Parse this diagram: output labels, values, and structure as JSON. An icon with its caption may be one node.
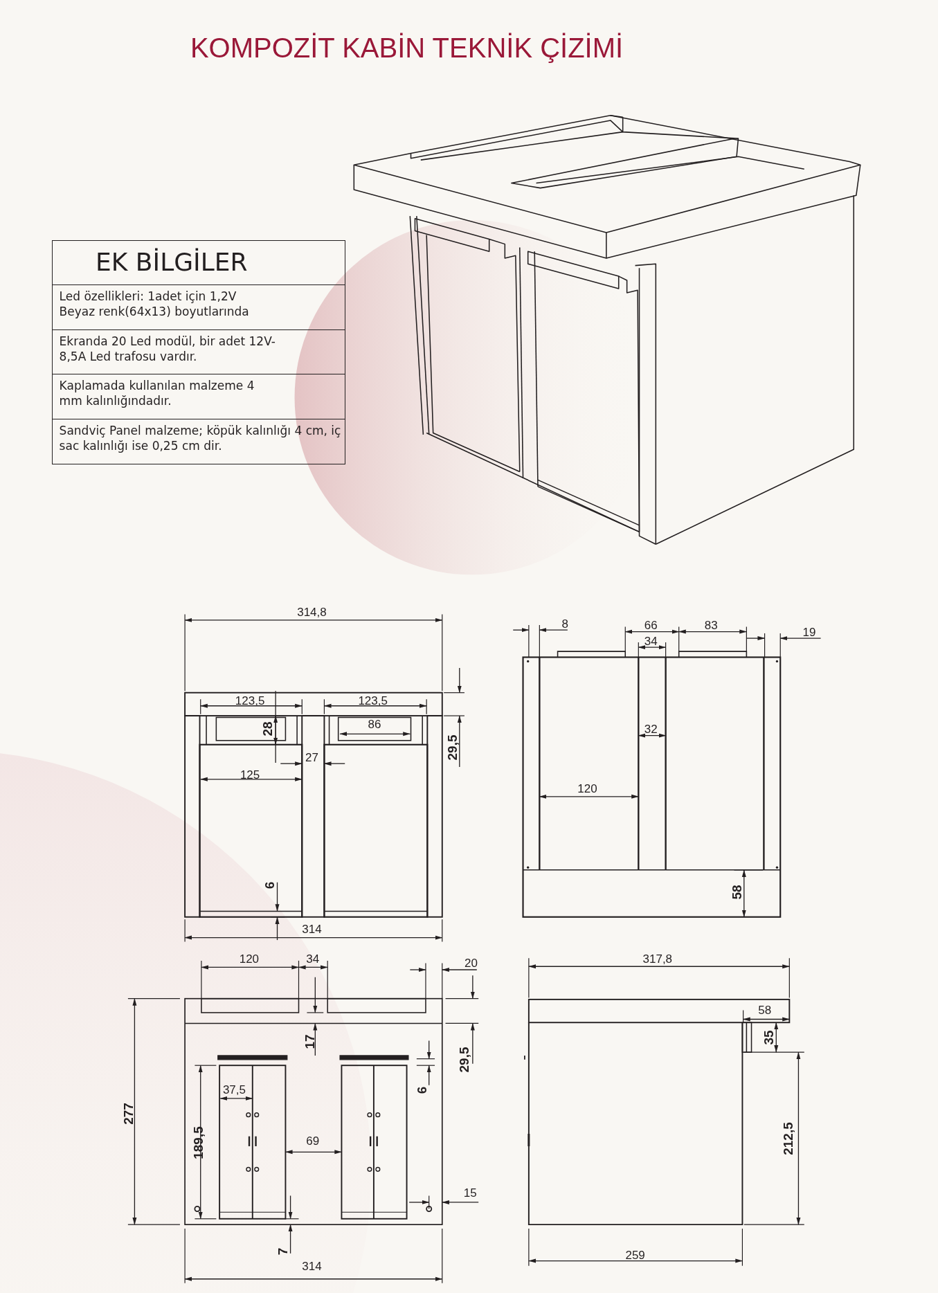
{
  "diagram": {
    "title": "KOMPOZİT KABİN TEKNİK ÇİZİMİ",
    "labels": [
      "EK BİLGİLER",
      "Led özellikleri: 1adet için 1,2V Beyaz renk(64x13) boyutlarında",
      "Ekranda 20 Led modül, bir adet 12V-8,5A Led trafosu vardır.",
      "Kaplamada kullanılan malzeme 4 mm kalınlığındadır.",
      "Sandviç Panel malzeme; köpük kalınlığı 4 cm, iç sac kalınlığı ise 0,25 cm dir.",
      "314,8",
      "123,5",
      "123,5",
      "28",
      "86",
      "27",
      "29,5",
      "125",
      "6",
      "314",
      "8",
      "66",
      "83",
      "34",
      "19",
      "32",
      "120",
      "58",
      "120",
      "34",
      "20",
      "17",
      "29,5",
      "6",
      "277",
      "37,5",
      "189,5",
      "69",
      "15",
      "7",
      "314",
      "317,8",
      "58",
      "35",
      "212,5",
      "259"
    ]
  }
}
